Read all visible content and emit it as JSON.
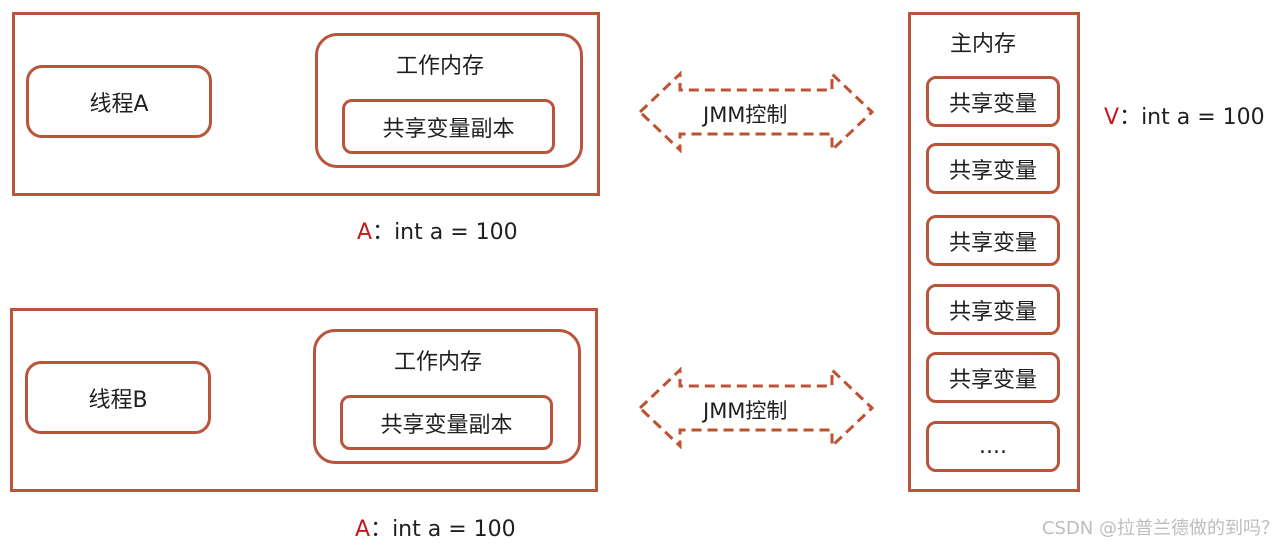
{
  "thread_groups": [
    {
      "thread_label": "线程A",
      "work_memory_title": "工作内存",
      "copy_label": "共享变量副本",
      "value_prefix": "A",
      "value_text": "：int a = 100",
      "jmm_label": "JMM控制"
    },
    {
      "thread_label": "线程B",
      "work_memory_title": "工作内存",
      "copy_label": "共享变量副本",
      "value_prefix": "A",
      "value_text": "：int a = 100",
      "jmm_label": "JMM控制"
    }
  ],
  "main_memory": {
    "title": "主内存",
    "items": [
      "共享变量",
      "共享变量",
      "共享变量",
      "共享变量",
      "共享变量",
      "...."
    ],
    "value_prefix": "V",
    "value_text": "：int a = 100"
  },
  "watermark": "CSDN @拉普兰德做的到吗？",
  "colors": {
    "border": "#b8553b",
    "accent_red": "#c21a1a",
    "arrow": "#555555"
  }
}
